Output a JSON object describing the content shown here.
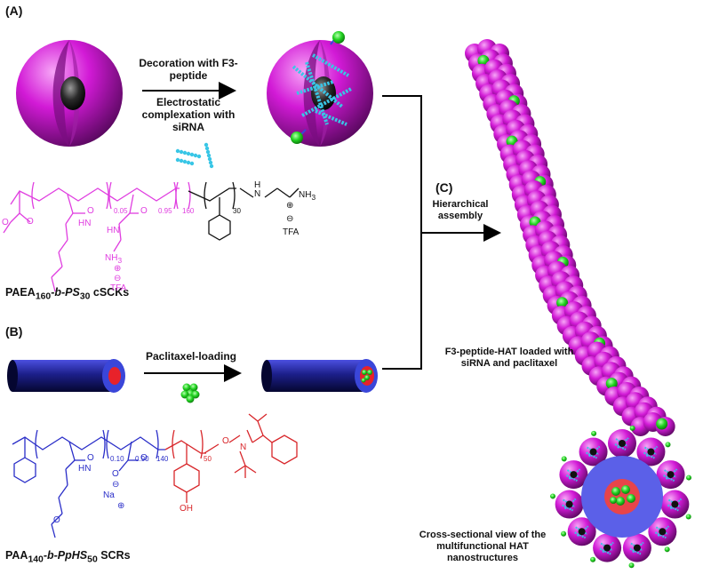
{
  "panels": {
    "a_label": "(A)",
    "b_label": "(B)",
    "c_label": "(C)"
  },
  "panel_a": {
    "arrow_top_text": "Decoration with F3-\npeptide",
    "arrow_bottom_text": "Electrostatic\ncomplexation with\nsiRNA",
    "polymer_caption_prefix": "PAEA",
    "polymer_caption_sub1": "160",
    "polymer_caption_mid": "-b-PS",
    "polymer_caption_sub2": "30",
    "polymer_caption_suffix": " cSCKs",
    "chem": {
      "sub_a": "0.05",
      "sub_b": "0.95",
      "sub_c": "160",
      "sub_d": "30",
      "nh3_right": "NH",
      "nh3_right_sub": "3",
      "tfa_right": "TFA",
      "hn1": "HN",
      "hn2": "HN",
      "o1": "O",
      "o2": "O",
      "o3": "O",
      "o4": "O",
      "nh3_left": "NH",
      "nh3_left_sub": "3",
      "tfa_left": "TFA",
      "h": "H",
      "n": "N"
    }
  },
  "panel_b": {
    "arrow_text": "Paclitaxel-loading",
    "polymer_caption_prefix": "PAA",
    "polymer_caption_sub1": "140",
    "polymer_caption_mid": "-b-PpHS",
    "polymer_caption_sub2": "50",
    "polymer_caption_suffix": " SCRs",
    "chem": {
      "sub_a": "0.10",
      "sub_b": "0.90",
      "sub_c": "140",
      "sub_d": "50",
      "hn": "HN",
      "o_amide": "O",
      "o_carb1": "O",
      "o_carb2": "O",
      "na": "Na",
      "oh": "OH",
      "o_link": "O",
      "o_chain": "O",
      "n": "N"
    }
  },
  "panel_c": {
    "assembly_text": "Hierarchical\nassembly",
    "loaded_text": "F3-peptide-HAT loaded with\nsiRNA and paclitaxel",
    "cross_section_text": "Cross-sectional view of the\nmultifunctional HAT\nnanostructures"
  },
  "colors": {
    "magenta": "#d21ad6",
    "navy": "#1c1f8a",
    "blue": "#3a46d9",
    "red": "#e8222a",
    "green": "#1fd31f",
    "cyan": "#39c6e6",
    "chem_magenta": "#e03ee0",
    "chem_blue": "#2a2ec8",
    "chem_red": "#d8262a"
  }
}
